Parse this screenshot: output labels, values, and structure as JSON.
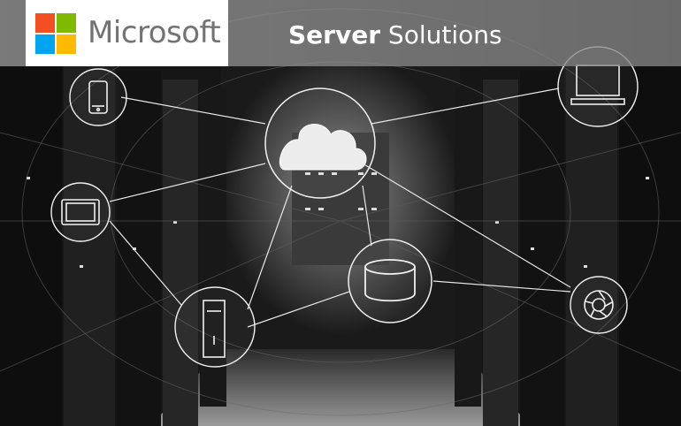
{
  "header": {
    "brand": "Microsoft",
    "title_bold": "Server",
    "title_rest": "Solutions"
  },
  "colors": {
    "logo_red": "#f25022",
    "logo_green": "#7fba00",
    "logo_blue": "#00a4ef",
    "logo_yellow": "#ffb900",
    "wordmark": "#737373",
    "title": "#ffffff"
  },
  "network_icons": [
    "cloud-icon",
    "smartphone-icon",
    "tablet-icon",
    "server-tower-icon",
    "database-icon",
    "desktop-monitor-icon",
    "camera-aperture-icon"
  ]
}
